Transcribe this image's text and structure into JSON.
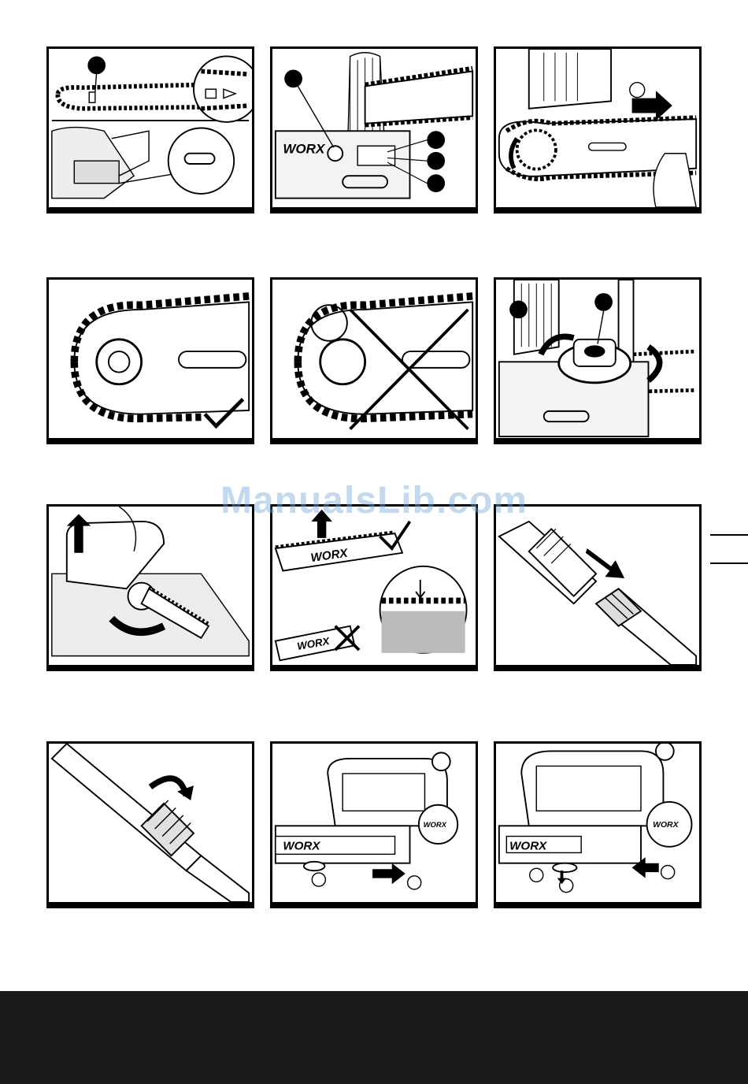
{
  "watermark": {
    "text": "ManualsLib.com"
  },
  "brand": {
    "logo_text": "WORX"
  },
  "colors": {
    "ink": "#000000",
    "footer": "#1a1a1a",
    "watermark": "#78aadc"
  },
  "figures": [
    {
      "id": "fig-1"
    },
    {
      "id": "fig-2"
    },
    {
      "id": "fig-3"
    },
    {
      "id": "fig-4"
    },
    {
      "id": "fig-5"
    },
    {
      "id": "fig-6"
    },
    {
      "id": "fig-7"
    },
    {
      "id": "fig-8"
    },
    {
      "id": "fig-9"
    },
    {
      "id": "fig-10"
    },
    {
      "id": "fig-11"
    },
    {
      "id": "fig-12"
    }
  ]
}
